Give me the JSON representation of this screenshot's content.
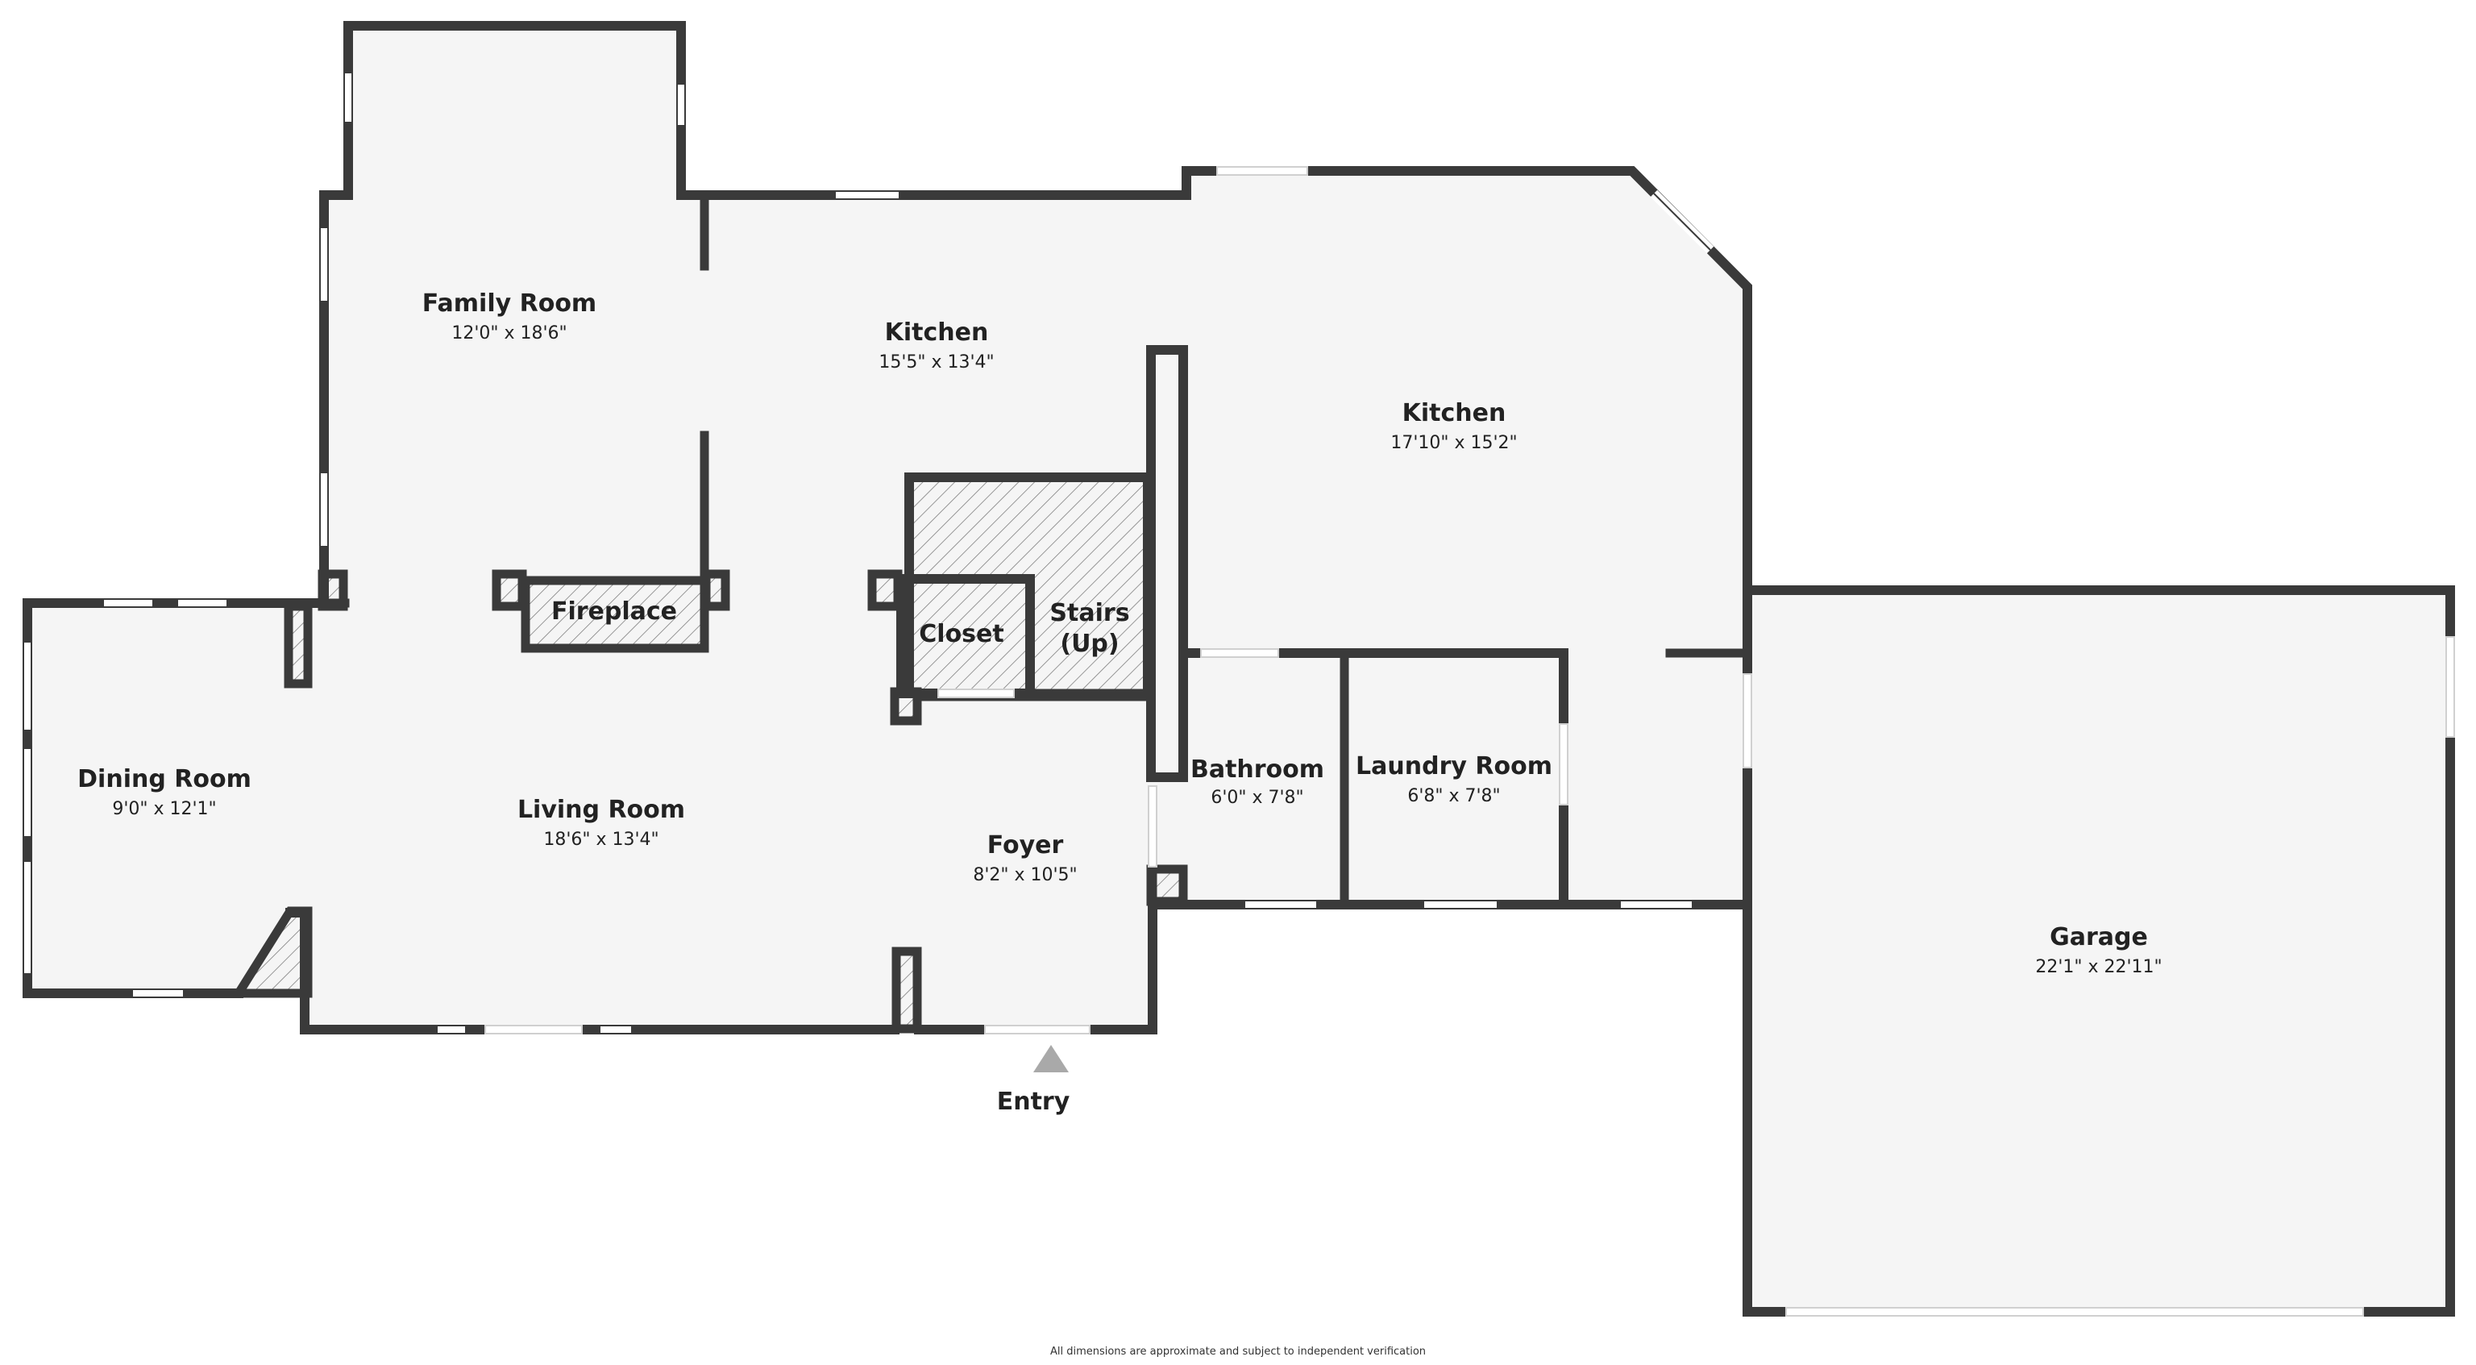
{
  "rooms": [
    {
      "id": "family-room",
      "name": "Family Room",
      "dims": "12'0\" x 18'6\""
    },
    {
      "id": "kitchen-1",
      "name": "Kitchen",
      "dims": "15'5\" x 13'4\""
    },
    {
      "id": "kitchen-2",
      "name": "Kitchen",
      "dims": "17'10\" x 15'2\""
    },
    {
      "id": "dining-room",
      "name": "Dining Room",
      "dims": "9'0\" x 12'1\""
    },
    {
      "id": "living-room",
      "name": "Living Room",
      "dims": "18'6\" x 13'4\""
    },
    {
      "id": "foyer",
      "name": "Foyer",
      "dims": "8'2\" x 10'5\""
    },
    {
      "id": "bathroom",
      "name": "Bathroom",
      "dims": "6'0\" x 7'8\""
    },
    {
      "id": "laundry-room",
      "name": "Laundry Room",
      "dims": "6'8\" x 7'8\""
    },
    {
      "id": "garage",
      "name": "Garage",
      "dims": "22'1\" x 22'11\""
    }
  ],
  "features": {
    "fireplace": "Fireplace",
    "closet": "Closet",
    "stairs_line1": "Stairs",
    "stairs_line2": "(Up)",
    "entry": "Entry"
  },
  "footnote": "All dimensions are approximate and subject to independent verification",
  "colors": {
    "wall": "#3a3a3a",
    "floor": "#f5f5f5",
    "background": "#ffffff",
    "entry_arrow": "#a9a9a9"
  }
}
